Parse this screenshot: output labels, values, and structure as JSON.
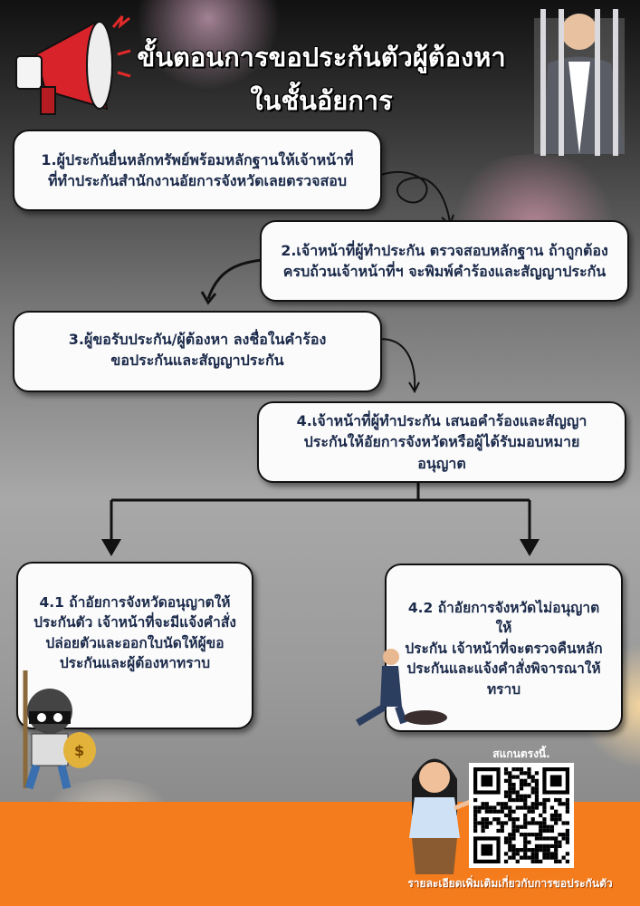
{
  "title": {
    "line1": "ขั้นตอนการขอประกันตัวผู้ต้องหา",
    "line2": "ในชั้นอัยการ"
  },
  "steps": [
    {
      "lines": [
        "1.ผู้ประกันยื่นหลักทรัพย์พร้อมหลักฐานให้เจ้าหน้าที่",
        "ที่ทำประกันสำนักงานอัยการจังหวัดเลยตรวจสอบ"
      ]
    },
    {
      "lines": [
        "2.เจ้าหน้าที่ผู้ทำประกัน ตรวจสอบหลักฐาน ถ้าถูกต้อง",
        "ครบถ้วนเจ้าหน้าที่ฯ จะพิมพ์คำร้องและสัญญาประกัน"
      ]
    },
    {
      "lines": [
        "3.ผู้ขอรับประกัน/ผู้ต้องหา ลงชื่อในคำร้อง",
        "ขอประกันและสัญญาประกัน"
      ]
    },
    {
      "lines": [
        "4.เจ้าหน้าที่ผู้ทำประกัน เสนอคำร้องและสัญญา",
        "ประกันให้อัยการจังหวัดหรือผู้ได้รับมอบหมาย",
        "อนุญาต"
      ]
    },
    {
      "lines": [
        "4.1 ถ้าอัยการจังหวัดอนุญาตให้",
        "ประกันตัว เจ้าหน้าที่จะมีแจ้งคำสั่ง",
        "ปล่อยตัวและออกใบนัดให้ผู้ขอ",
        "ประกันและผู้ต้องหาทราบ"
      ]
    },
    {
      "lines": [
        "4.2 ถ้าอัยการจังหวัดไม่อนุญาตให้",
        "ประกัน เจ้าหน้าที่จะตรวจคืนหลัก",
        "ประกันและแจ้งคำสั่งพิจารณาให้",
        "ทราบ"
      ]
    }
  ],
  "qr": {
    "caption": "สแกนตรงนี้.",
    "footer": "รายละเอียดเพิ่มเติมเกี่ยวกับการขอประกันตัว"
  },
  "colors": {
    "text": "#1b2a4a",
    "orange": "#f47c1c",
    "megaphone": "#d8232a"
  }
}
